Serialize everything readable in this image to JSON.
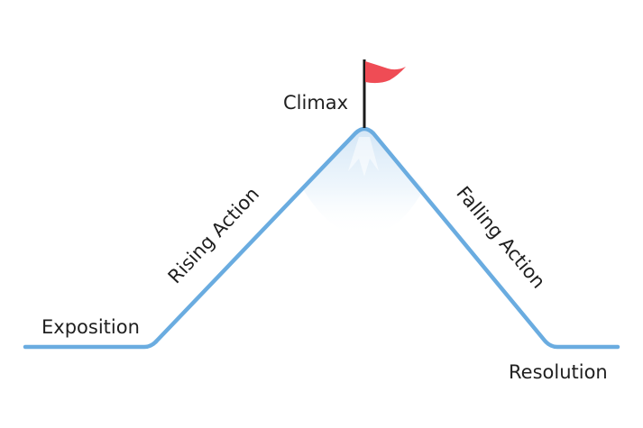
{
  "diagram": {
    "labels": {
      "exposition": "Exposition",
      "rising_action": "Rising Action",
      "climax": "Climax",
      "falling_action": "Falling Action",
      "resolution": "Resolution"
    },
    "colors": {
      "line": "#6aace0",
      "mountain_fill": "#dcebf8",
      "flag": "#ef4c55",
      "flag_pole": "#1a1a1a",
      "text": "#1f1f1f"
    },
    "icons": {
      "flag": "flag-icon"
    }
  }
}
